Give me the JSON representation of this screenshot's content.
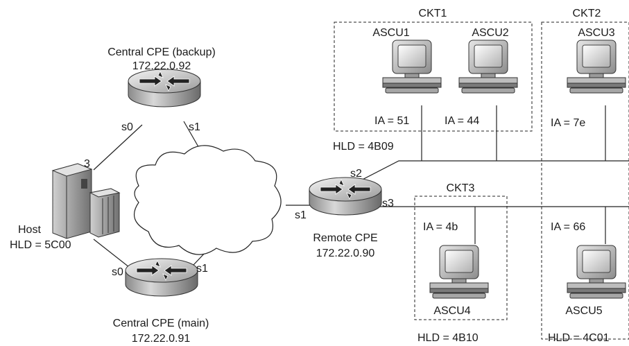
{
  "routers": {
    "backup": {
      "name": "Central CPE (backup)",
      "ip": "172.22.0.92",
      "port_s0": "s0",
      "port_s1": "s1"
    },
    "main": {
      "name": "Central CPE (main)",
      "ip": "172.22.0.91",
      "port_s0": "s0",
      "port_s1": "s1"
    },
    "remote": {
      "name": "Remote CPE",
      "ip": "172.22.0.90",
      "port_s1": "s1",
      "port_s2": "s2",
      "port_s3": "s3"
    }
  },
  "host": {
    "name": "Host",
    "hld": "HLD = 5C00",
    "port": "3"
  },
  "circuits": {
    "ckt1": "CKT1",
    "ckt2": "CKT2",
    "ckt3": "CKT3"
  },
  "terminals": {
    "ascu1": {
      "name": "ASCU1",
      "ia": "IA = 51"
    },
    "ascu2": {
      "name": "ASCU2",
      "ia": "IA = 44"
    },
    "ascu3": {
      "name": "ASCU3",
      "ia": "IA = 7e"
    },
    "ascu4": {
      "name": "ASCU4",
      "ia": "IA = 4b"
    },
    "ascu5": {
      "name": "ASCU5",
      "ia": "IA = 66"
    }
  },
  "hld_labels": {
    "ckt1": "HLD = 4B09",
    "ckt3": "HLD = 4B10",
    "ckt2": "HLD = 4C01"
  }
}
